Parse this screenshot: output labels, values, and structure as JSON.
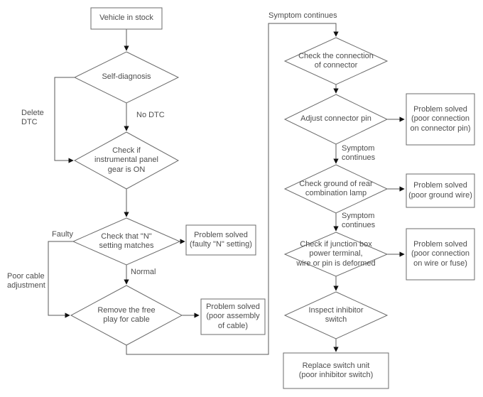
{
  "diagram": {
    "type": "flowchart",
    "subject": "Inhibitor switch troubleshooting flowchart",
    "colors": {
      "background": "#ffffff",
      "shape_stroke": "#6b6b6b",
      "edge_stroke": "#5a5a5a",
      "arrowhead": "#111111",
      "text": "#4d4d4d"
    },
    "nodes": {
      "vehicle_in_stock": "Vehicle in stock",
      "self_diagnosis": "Self-diagnosis",
      "check_instrumental_panel": "Check if\ninstrumental panel\ngear is ON",
      "check_n_setting": "Check that \"N\"\nsetting matches",
      "remove_free_play": "Remove the free\nplay for cable",
      "solved_faulty_n": "Problem solved\n(faulty \"N\" setting)",
      "solved_poor_assembly": "Problem solved\n(poor assembly\nof cable)",
      "check_connection": "Check the connection\nof connector",
      "adjust_connector_pin": "Adjust connector pin",
      "check_ground": "Check ground of rear\ncombination lamp",
      "check_junction_box": "Check if junction box\npower terminal,\nwire or pin is deformed",
      "inspect_inhibitor": "Inspect inhibitor\nswitch",
      "replace_switch": "Replace switch unit\n(poor inhibitor switch)",
      "solved_connector_pin": "Problem solved\n(poor connection\non connector pin)",
      "solved_ground_wire": "Problem solved\n(poor ground wire)",
      "solved_wire_fuse": "Problem solved\n(poor connection\non wire or fuse)"
    },
    "edge_labels": {
      "delete_dtc": "Delete\nDTC",
      "no_dtc": "No DTC",
      "faulty": "Faulty",
      "normal": "Normal",
      "poor_cable_adjustment": "Poor cable\nadjustment",
      "symptom_continues_top": "Symptom continues",
      "symptom_continues_mid1": "Symptom\ncontinues",
      "symptom_continues_mid2": "Symptom\ncontinues"
    }
  }
}
